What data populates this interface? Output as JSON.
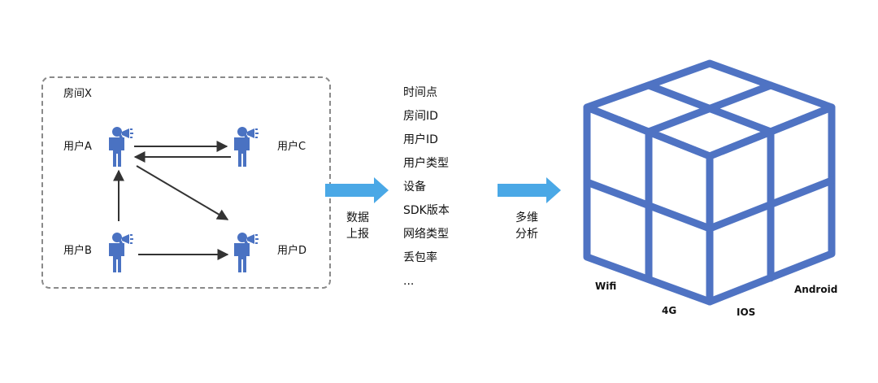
{
  "room": {
    "title": "房间X",
    "users": {
      "a": "用户A",
      "b": "用户B",
      "c": "用户C",
      "d": "用户D"
    }
  },
  "report_step": {
    "line1": "数据",
    "line2": "上报"
  },
  "attributes": [
    "时间点",
    "房间ID",
    "用户ID",
    "用户类型",
    "设备",
    "SDK版本",
    "网络类型",
    "丢包率",
    "..."
  ],
  "analysis_step": {
    "line1": "多维",
    "line2": "分析"
  },
  "cube": {
    "faces": {
      "wifi": "Wifi",
      "g4": "4G",
      "ios": "IOS",
      "android": "Android"
    }
  },
  "colors": {
    "user_icon": "#4a72c2",
    "flow_arrow": "#4aa8e6",
    "cube": "#4f73c3",
    "link": "#333333",
    "dashed_border": "#8a8a8a"
  }
}
